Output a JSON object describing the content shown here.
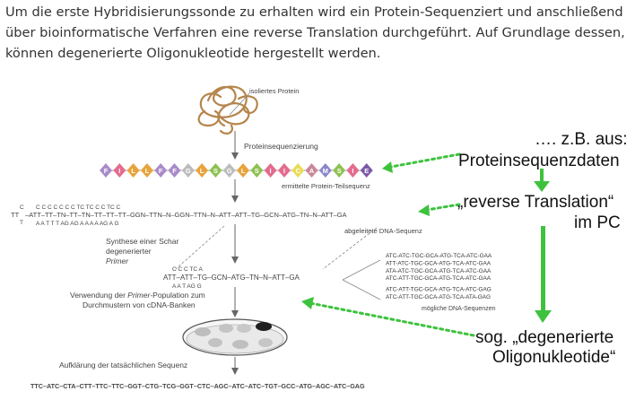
{
  "intro": {
    "text": "Um die erste Hybridisierungssonde zu erhalten wird ein Protein-Sequenziert und anschließend über bioinformatische Verfahren eine reverse Translation durchgeführt. Auf Grundlage dessen, können degenerierte Oligonukleotide hergestellt werden."
  },
  "figure": {
    "protein_label": "isoliertes Protein",
    "step_sequencing": "Proteinsequenzierung",
    "amino_acids": [
      "F",
      "I",
      "L",
      "L",
      "F",
      "F",
      "G",
      "L",
      "S",
      "G",
      "L",
      "S",
      "I",
      "I",
      "C",
      "A",
      "M",
      "S",
      "I",
      "E"
    ],
    "amino_colors": [
      "#a98bc9",
      "#e36c8e",
      "#e8a33c",
      "#e8a33c",
      "#a98bc9",
      "#a98bc9",
      "#bcbcbc",
      "#e8a33c",
      "#8dc152",
      "#bcbcbc",
      "#e8a33c",
      "#8dc152",
      "#e36c8e",
      "#e36c8e",
      "#e8dc56",
      "#c9879a",
      "#8c87c9",
      "#8dc152",
      "#e36c8e",
      "#7b59a8"
    ],
    "protein_subsequence_label": "ermittelte Protein-Teilsequenz",
    "dna_sequence_label": "abgeleitete DNA-Sequenz",
    "primer_synthesis_label_1": "Synthese einer Schar",
    "primer_synthesis_label_2": "degenerierter",
    "primer_synthesis_label_3": "Primer",
    "possible_sequences": [
      "ATC-ATC-TGC-GCA-ATG-TCA-ATC-GAA",
      "ATT-ATC-TGC-GCA-ATG-TCA-ATC-GAA",
      "ATA-ATC-TGC-GCA-ATG-TCA-ATC-GAA",
      "ATC-ATT-TGC-GCA-ATG-TCA-ATC-GAA",
      "ATC-ATT-TGC-GCA-ATG-TCA-ATC-GAG",
      "ATC-ATT-TGC-GCA-ATG-TCA-ATA-GAG"
    ],
    "possible_sequences_label": "mögliche DNA-Sequenzen",
    "use_label_1": "Verwendung der",
    "use_label_em": "Primer",
    "use_label_2": "-Population zum",
    "use_label_3": "Durchmustern von cDNA-Banken",
    "clarify_label": "Aufklärung der tatsächlichen Sequenz",
    "final_sequence": "TTC–ATC–CTA–CTT–TTC–TTC–GGT–CTG–TCG–GGT–CTC–AGC–ATC–ATC–TGT–GCC–ATG–AGC–ATC–GAG"
  },
  "annotations": {
    "line1": "…. z.B. aus:",
    "line2": "Proteinsequenzdaten",
    "line3": "„reverse Translation“",
    "line4": "im PC",
    "line5": "sog. „degenerierte",
    "line6": "Oligonukleotide“",
    "arrow_color": "#3ec23e"
  }
}
